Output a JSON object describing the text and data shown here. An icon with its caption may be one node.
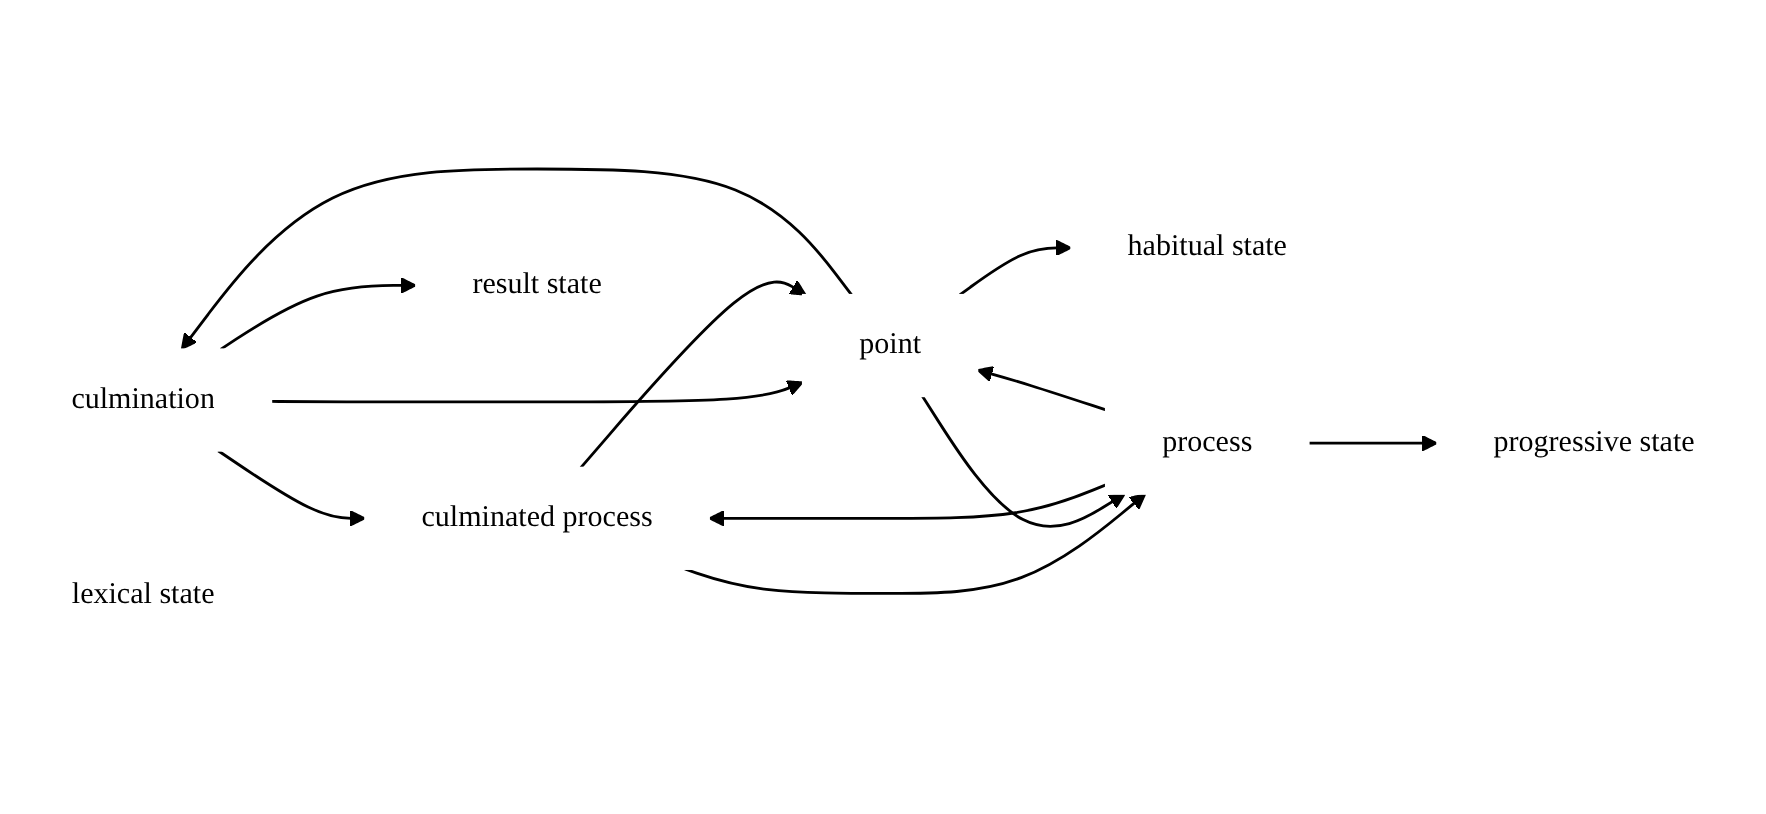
{
  "diagram": {
    "nodes": [
      {
        "text": [
          "habitual state"
        ]
      },
      {
        "text": [
          "culmination"
        ]
      },
      {
        "text": [
          "culminated process"
        ]
      },
      {
        "text": [
          "result state"
        ]
      },
      {
        "text": [
          "point"
        ]
      },
      {
        "text": [
          "process"
        ]
      },
      {
        "text": [
          "progressive state"
        ]
      },
      {
        "text": [
          "lexical state"
        ]
      }
    ],
    "edges": [
      {
        "from": 4,
        "to": 0,
        "arrow": "to"
      },
      {
        "from": 1,
        "to": 3,
        "arrow": "to"
      },
      {
        "from": 1,
        "to": 2,
        "arrow": "to"
      },
      {
        "from": 4,
        "to": 1,
        "arrow": "to"
      },
      {
        "from": 1,
        "to": 4,
        "arrow": "to"
      },
      {
        "from": 2,
        "to": 4,
        "arrow": "to"
      },
      {
        "from": 5,
        "to": 2,
        "arrow": "to"
      },
      {
        "from": 2,
        "to": 5,
        "arrow": "to"
      },
      {
        "from": 4,
        "to": 5,
        "arrow": "to"
      },
      {
        "from": 5,
        "to": 4,
        "arrow": "to"
      },
      {
        "from": 5,
        "to": 6,
        "arrow": "to"
      }
    ]
  }
}
